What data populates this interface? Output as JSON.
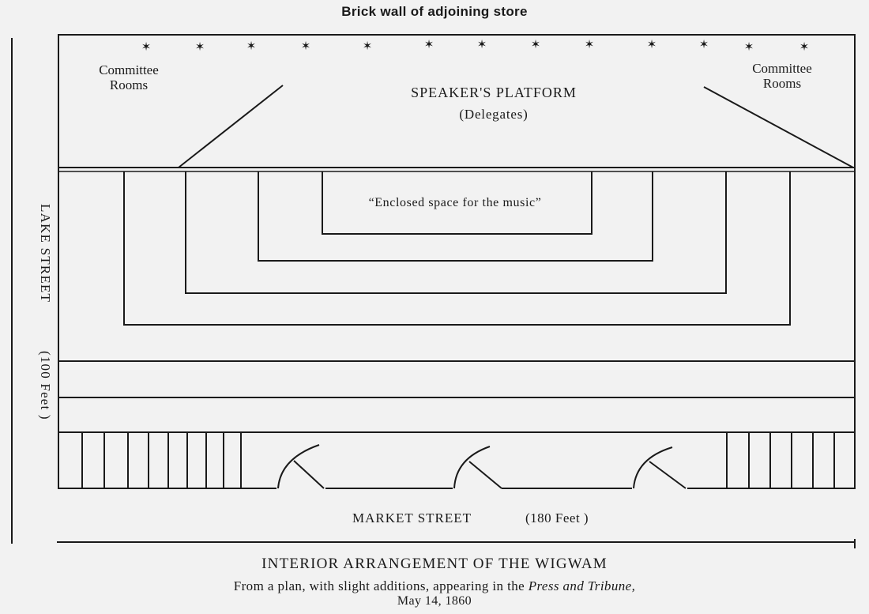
{
  "header": {
    "note": "Brick wall of adjoining store"
  },
  "rooms": {
    "left": "Committee\nRooms",
    "right": "Committee\nRooms"
  },
  "platform": {
    "title": "SPEAKER'S PLATFORM",
    "subtitle": "(Delegates)"
  },
  "music": {
    "label": "“Enclosed space for the music”"
  },
  "streets": {
    "lake_name": "LAKE STREET",
    "lake_length": "(100 Feet )",
    "market_name": "MARKET STREET",
    "market_length": "(180 Feet )"
  },
  "caption": {
    "title": "INTERIOR ARRANGEMENT OF THE WIGWAM",
    "line_plain": "From a plan, with slight additions, appearing in the ",
    "line_italic": "Press and Tribune,",
    "date": "May 14, 1860"
  },
  "platform_markers": {
    "symbol": "✶",
    "count": 13
  }
}
